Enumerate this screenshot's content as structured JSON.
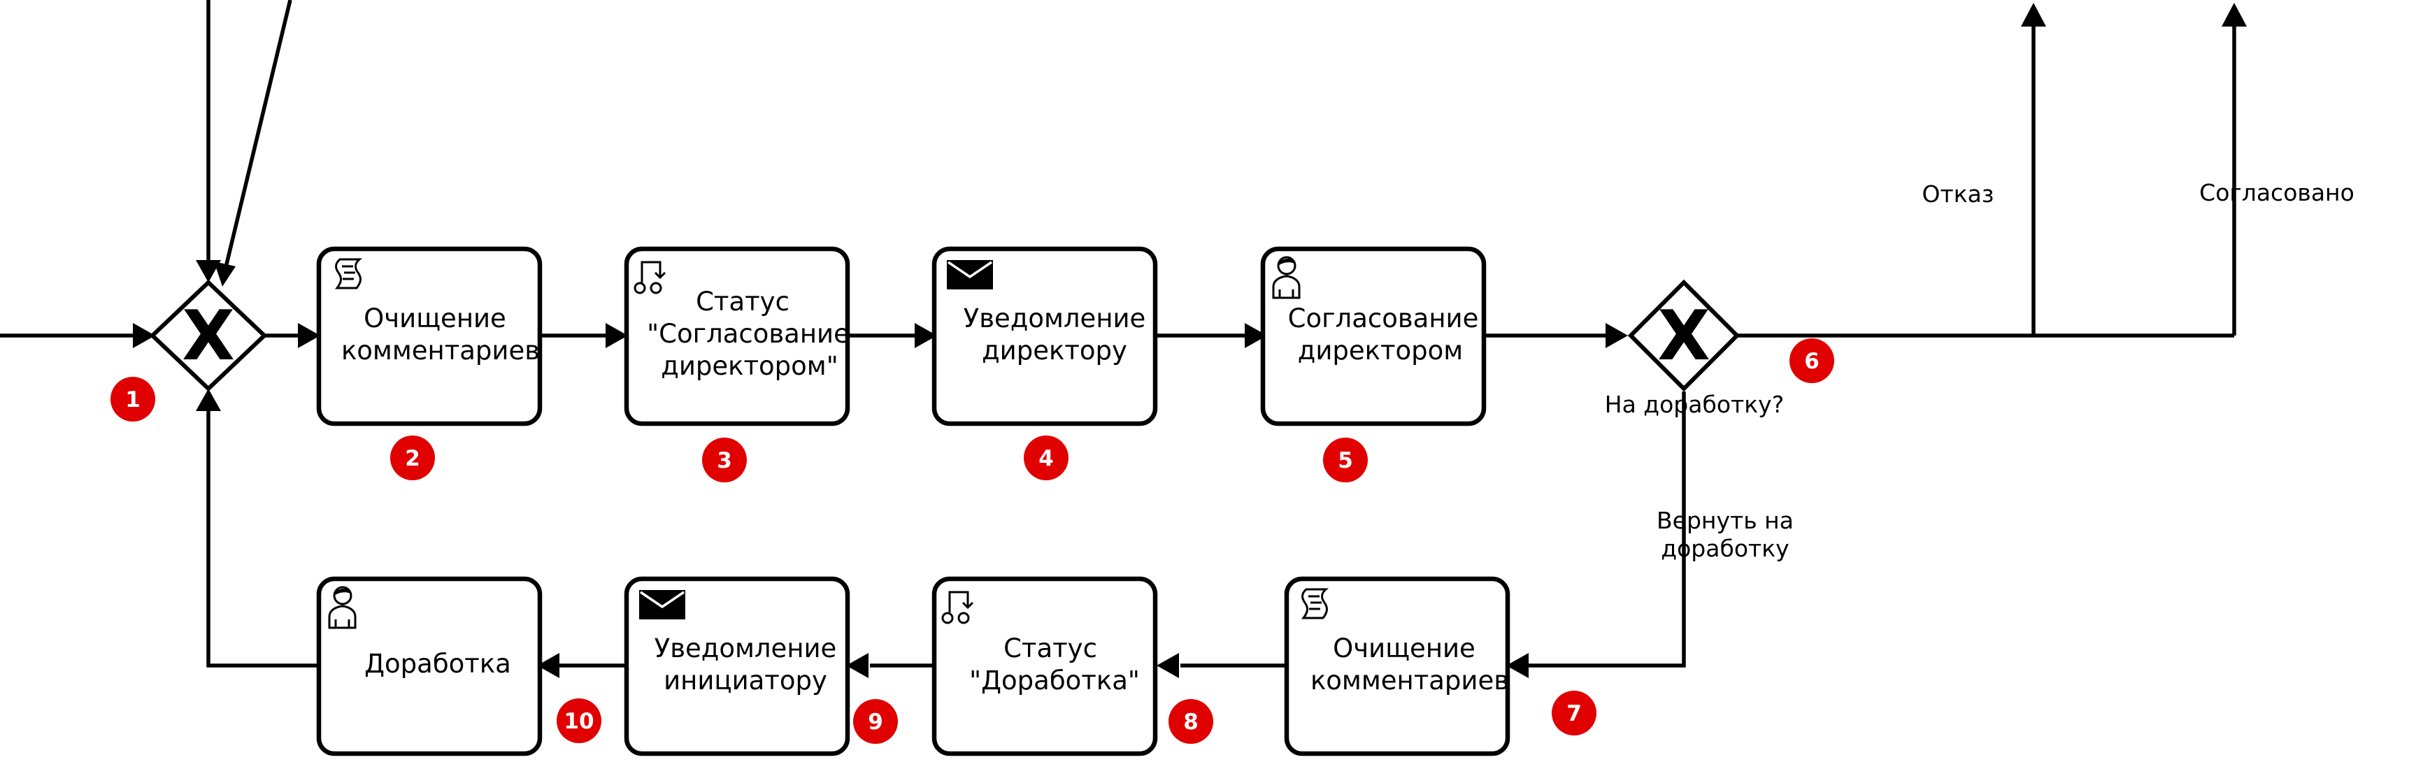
{
  "gateways": {
    "merge": {
      "symbol": "X",
      "badge": "1"
    },
    "decision": {
      "symbol": "X",
      "badge": "6",
      "label": "На доработку?"
    }
  },
  "tasks": [
    {
      "badge": "2",
      "icon": "script-icon",
      "lines": [
        "Очищение",
        "комментариев"
      ]
    },
    {
      "badge": "3",
      "icon": "service-icon",
      "lines": [
        "Статус",
        "\"Согласование",
        "директором\""
      ]
    },
    {
      "badge": "4",
      "icon": "envelope-icon",
      "lines": [
        "Уведомление",
        "директору"
      ]
    },
    {
      "badge": "5",
      "icon": "user-icon",
      "lines": [
        "Согласование",
        "директором"
      ]
    },
    {
      "badge": "7",
      "icon": "script-icon",
      "lines": [
        "Очищение",
        "комментариев"
      ]
    },
    {
      "badge": "8",
      "icon": "service-icon",
      "lines": [
        "Статус",
        "\"Доработка\""
      ]
    },
    {
      "badge": "9",
      "icon": "envelope-icon",
      "lines": [
        "Уведомление",
        "инициатору"
      ]
    },
    {
      "badge": "10",
      "icon": "user-icon",
      "lines": [
        "Доработка"
      ]
    }
  ],
  "edge_labels": {
    "reject": "Отказ",
    "approved": "Согласовано",
    "return_line1": "Вернуть на",
    "return_line2": "доработку"
  },
  "colors": {
    "badge": "#e00000",
    "stroke": "#000000",
    "background": "#ffffff"
  }
}
